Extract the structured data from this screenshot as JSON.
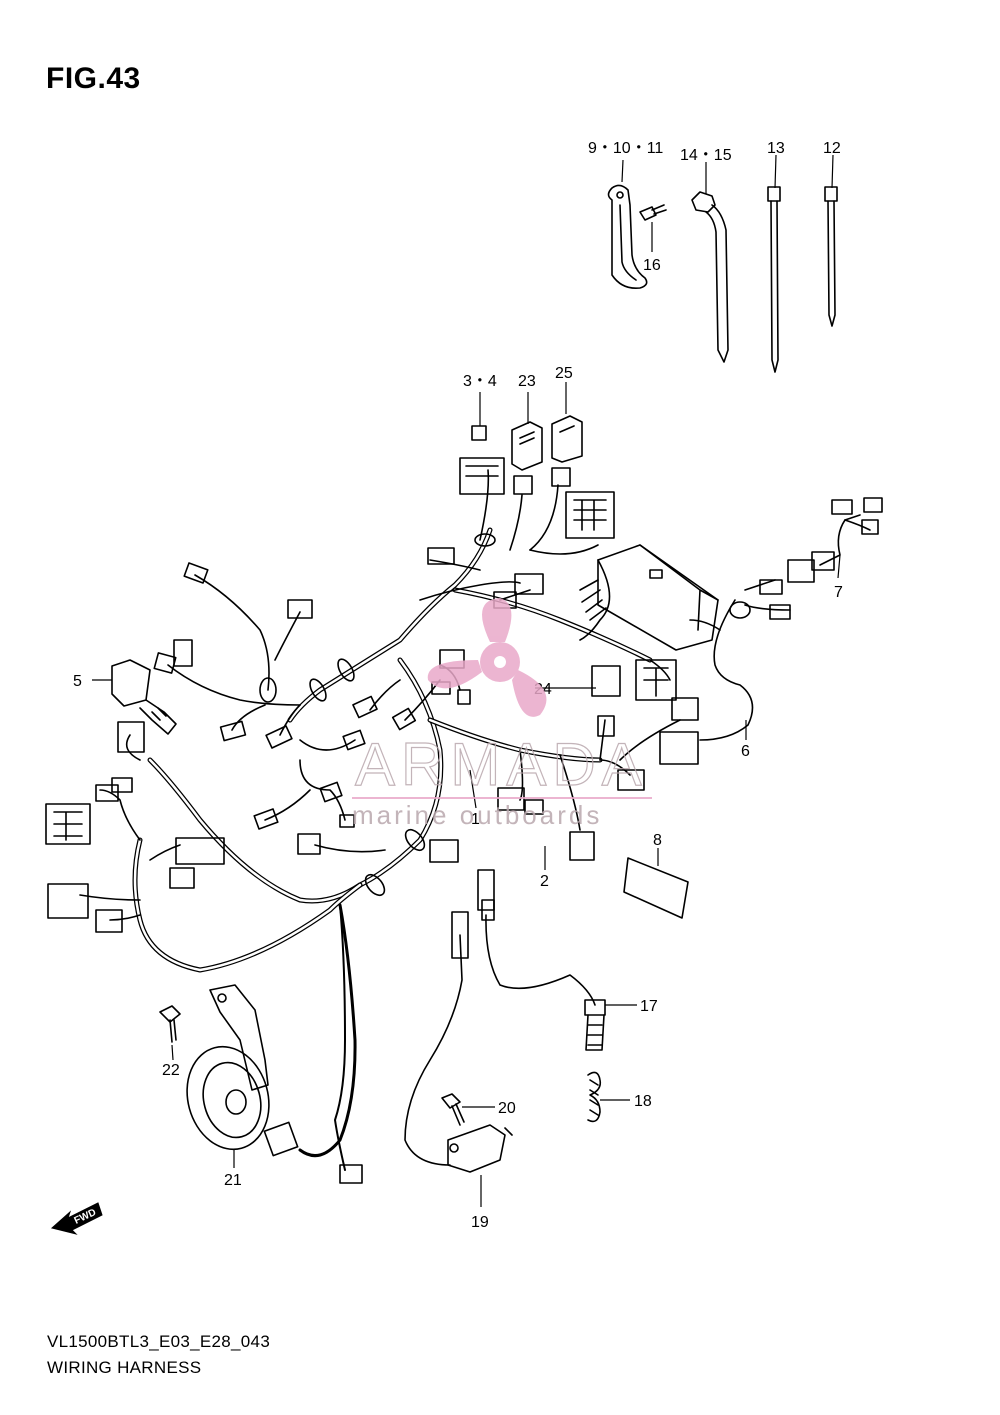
{
  "figure": {
    "title": "FIG.43",
    "model_code": "VL1500BTL3_E03_E28_043",
    "name": "WIRING HARNESS"
  },
  "watermark": {
    "brand": "ARMADA",
    "tagline": "marine outboards",
    "color": "#e9a9c9"
  },
  "fwd_label": "FWD",
  "callouts": {
    "p9_10_11": "9・10・11",
    "p14_15": "14・15",
    "p13": "13",
    "p12": "12",
    "p16": "16",
    "p3_4": "3・4",
    "p23": "23",
    "p25": "25",
    "p7": "7",
    "p5": "5",
    "p24": "24",
    "p6": "6",
    "p1": "1",
    "p8": "8",
    "p2": "2",
    "p17": "17",
    "p18": "18",
    "p20": "20",
    "p22": "22",
    "p21": "21",
    "p19": "19"
  }
}
